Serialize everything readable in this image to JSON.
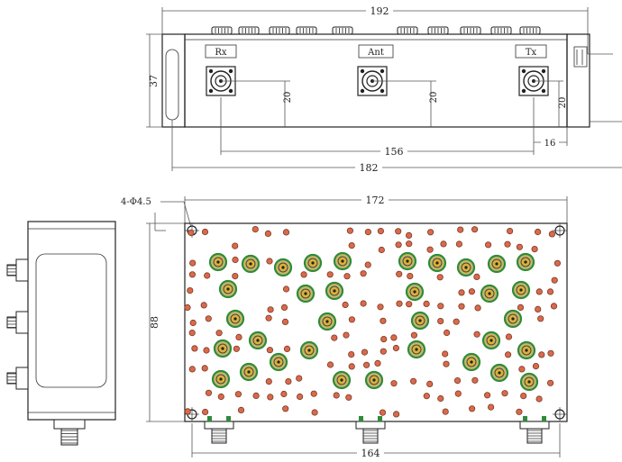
{
  "labels": {
    "rx": "Rx",
    "ant": "Ant",
    "tx": "Tx",
    "hole_spec": "4-Φ4.5"
  },
  "dimensions": {
    "top_width": "192",
    "top_height": "37",
    "port_offset_rx": "20",
    "port_offset_ant": "20",
    "port_offset_tx": "20",
    "port_spacing": "156",
    "edge_offset": "16",
    "mount_span": "182",
    "bottom_width": "172",
    "bottom_height": "88",
    "bottom_mount_span": "164"
  },
  "colors": {
    "line": "#222222",
    "dimension": "#555555",
    "screw_fill": "#d96a4a",
    "resonator_ring": "#2e8b3a",
    "resonator_core": "#d9b23a"
  }
}
